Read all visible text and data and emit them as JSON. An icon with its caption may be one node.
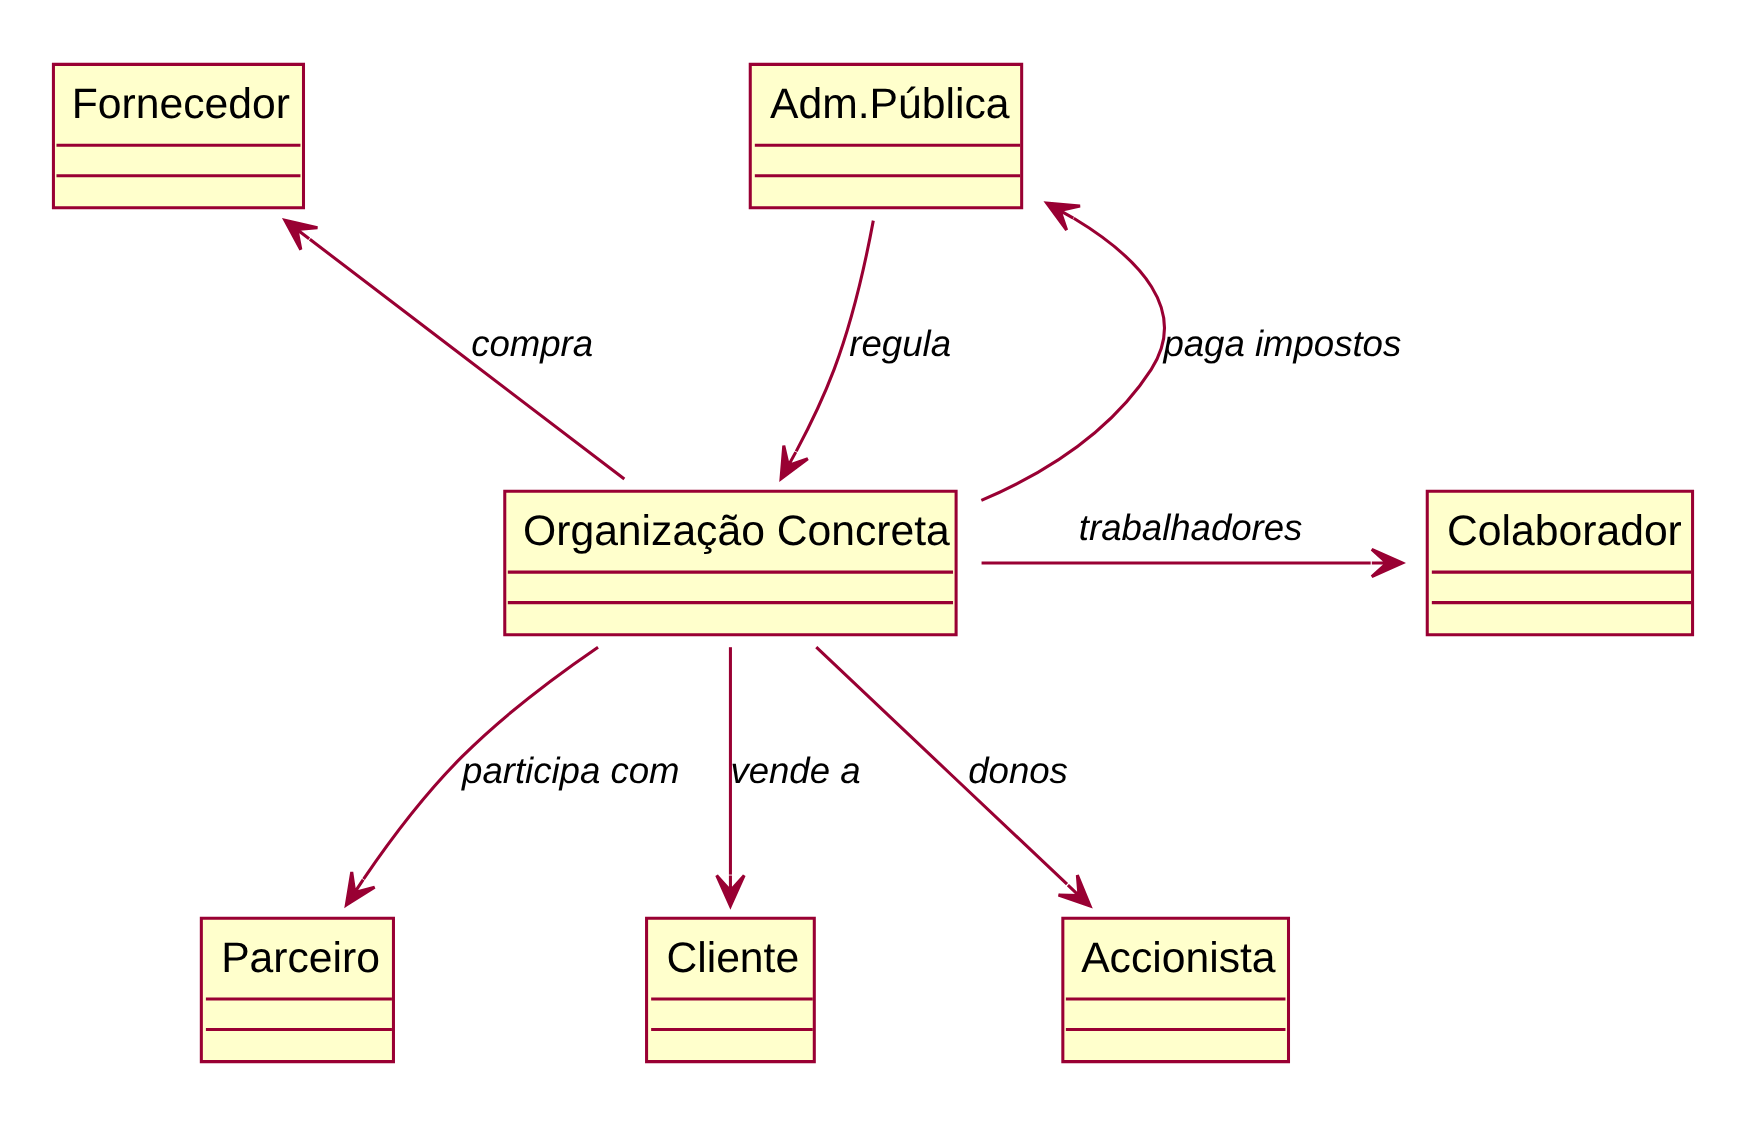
{
  "diagram": {
    "nodes": [
      {
        "text": [
          "Fornecedor"
        ]
      },
      {
        "text": [
          "Adm.Pública"
        ]
      },
      {
        "text": [
          "Colaborador"
        ]
      },
      {
        "text": [
          "Organização Concreta"
        ]
      },
      {
        "text": [
          "Parceiro"
        ]
      },
      {
        "text": [
          "Cliente"
        ]
      },
      {
        "text": [
          "Accionista"
        ]
      }
    ],
    "edges": [
      {
        "from": 3,
        "to": 0,
        "arrow": "to",
        "label": "compra"
      },
      {
        "from": 3,
        "to": 1,
        "arrow": "to",
        "label": "paga impostos"
      },
      {
        "from": 1,
        "to": 3,
        "arrow": "to",
        "label": "regula"
      },
      {
        "from": 3,
        "to": 2,
        "arrow": "to",
        "label": "trabalhadores"
      },
      {
        "from": 3,
        "to": 5,
        "arrow": "to",
        "label": "vende a"
      },
      {
        "from": 3,
        "to": 6,
        "arrow": "to",
        "label": "donos"
      },
      {
        "from": 3,
        "to": 4,
        "arrow": "to",
        "label": "participa com"
      }
    ]
  }
}
